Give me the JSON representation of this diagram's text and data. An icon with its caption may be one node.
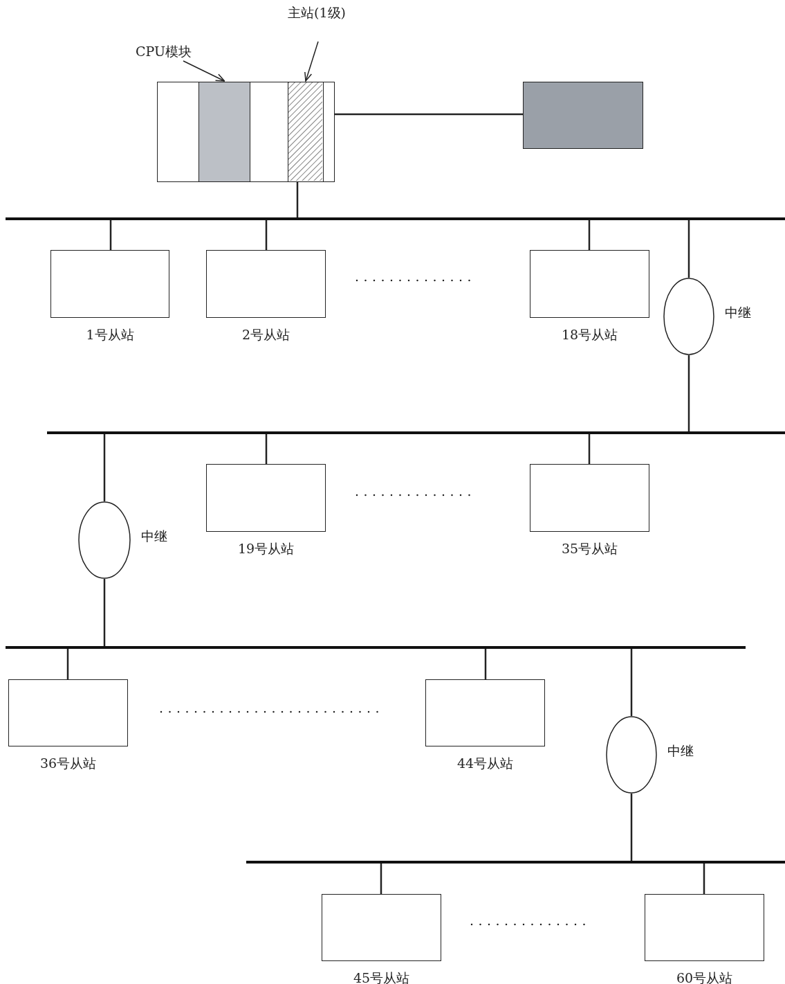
{
  "diagram": {
    "nodes": [
      {
        "text": [],
        "shape": "box"
      },
      {
        "text": [],
        "shape": "box",
        "in": 0
      },
      {
        "text": [],
        "shape": "box",
        "in": 0
      },
      {
        "text": [
          "CPU模块"
        ]
      },
      {
        "text": [
          "主站(1级)"
        ]
      },
      {
        "text": [],
        "shape": "box"
      },
      {
        "text": [],
        "shape": "bar"
      },
      {
        "text": [],
        "shape": "box",
        "beside": [
          "1号从站"
        ]
      },
      {
        "text": [],
        "shape": "box",
        "beside": [
          "2号从站"
        ]
      },
      {
        "text": [],
        "shape": "box",
        "beside": [
          "18号从站"
        ]
      },
      {
        "text": [],
        "shape": "circle",
        "beside": [
          "中继"
        ]
      },
      {
        "text": [],
        "shape": "bar"
      },
      {
        "text": [],
        "shape": "circle",
        "beside": [
          "中继"
        ]
      },
      {
        "text": [],
        "shape": "box",
        "beside": [
          "19号从站"
        ]
      },
      {
        "text": [],
        "shape": "box",
        "beside": [
          "35号从站"
        ]
      },
      {
        "text": [],
        "shape": "bar"
      },
      {
        "text": [],
        "shape": "box",
        "beside": [
          "36号从站"
        ]
      },
      {
        "text": [],
        "shape": "box",
        "beside": [
          "44号从站"
        ]
      },
      {
        "text": [],
        "shape": "circle",
        "beside": [
          "中继"
        ]
      },
      {
        "text": [],
        "shape": "bar"
      },
      {
        "text": [],
        "shape": "box",
        "beside": [
          "45号从站"
        ]
      },
      {
        "text": [],
        "shape": "box",
        "beside": [
          "60号从站"
        ]
      }
    ],
    "edges": [
      {
        "from": 3,
        "to": 1,
        "arrow": "to"
      },
      {
        "from": 4,
        "to": 2,
        "arrow": "to"
      },
      {
        "from": 2,
        "to": 5,
        "arrow": "none"
      },
      {
        "from": 2,
        "to": 6,
        "arrow": "none"
      },
      {
        "from": 6,
        "to": 7,
        "arrow": "none"
      },
      {
        "from": 6,
        "to": 8,
        "arrow": "none"
      },
      {
        "from": 6,
        "to": 9,
        "arrow": "none"
      },
      {
        "from": 6,
        "to": 10,
        "arrow": "none"
      },
      {
        "from": 10,
        "to": 11,
        "arrow": "none"
      },
      {
        "from": 11,
        "to": 12,
        "arrow": "none"
      },
      {
        "from": 11,
        "to": 13,
        "arrow": "none"
      },
      {
        "from": 11,
        "to": 14,
        "arrow": "none"
      },
      {
        "from": 12,
        "to": 15,
        "arrow": "none"
      },
      {
        "from": 15,
        "to": 16,
        "arrow": "none"
      },
      {
        "from": 15,
        "to": 17,
        "arrow": "none"
      },
      {
        "from": 15,
        "to": 18,
        "arrow": "none"
      },
      {
        "from": 18,
        "to": 19,
        "arrow": "none"
      },
      {
        "from": 19,
        "to": 20,
        "arrow": "none"
      },
      {
        "from": 19,
        "to": 21,
        "arrow": "none"
      }
    ]
  }
}
